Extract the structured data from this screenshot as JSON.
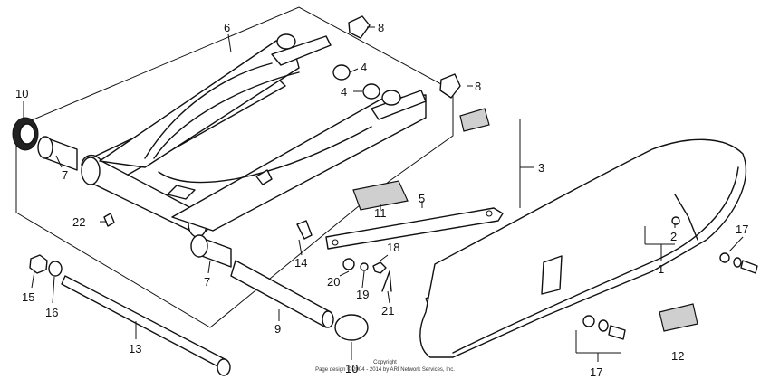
{
  "callouts": [
    {
      "id": "c1",
      "label": "1"
    },
    {
      "id": "c2",
      "label": "2"
    },
    {
      "id": "c3",
      "label": "3"
    },
    {
      "id": "c4a",
      "label": "4"
    },
    {
      "id": "c4b",
      "label": "4"
    },
    {
      "id": "c5",
      "label": "5"
    },
    {
      "id": "c6",
      "label": "6"
    },
    {
      "id": "c7a",
      "label": "7"
    },
    {
      "id": "c7b",
      "label": "7"
    },
    {
      "id": "c8a",
      "label": "8"
    },
    {
      "id": "c8b",
      "label": "8"
    },
    {
      "id": "c9",
      "label": "9"
    },
    {
      "id": "c10a",
      "label": "10"
    },
    {
      "id": "c10b",
      "label": "10"
    },
    {
      "id": "c11",
      "label": "11"
    },
    {
      "id": "c12",
      "label": "12"
    },
    {
      "id": "c13",
      "label": "13"
    },
    {
      "id": "c14",
      "label": "14"
    },
    {
      "id": "c15",
      "label": "15"
    },
    {
      "id": "c16",
      "label": "16"
    },
    {
      "id": "c17a",
      "label": "17"
    },
    {
      "id": "c17b",
      "label": "17"
    },
    {
      "id": "c18",
      "label": "18"
    },
    {
      "id": "c19",
      "label": "19"
    },
    {
      "id": "c20",
      "label": "20"
    },
    {
      "id": "c21",
      "label": "21"
    },
    {
      "id": "c22",
      "label": "22"
    }
  ],
  "copyright": {
    "line1": "Copyright",
    "line2": "Page design © 2004 - 2014 by ARI Network Services, Inc."
  }
}
